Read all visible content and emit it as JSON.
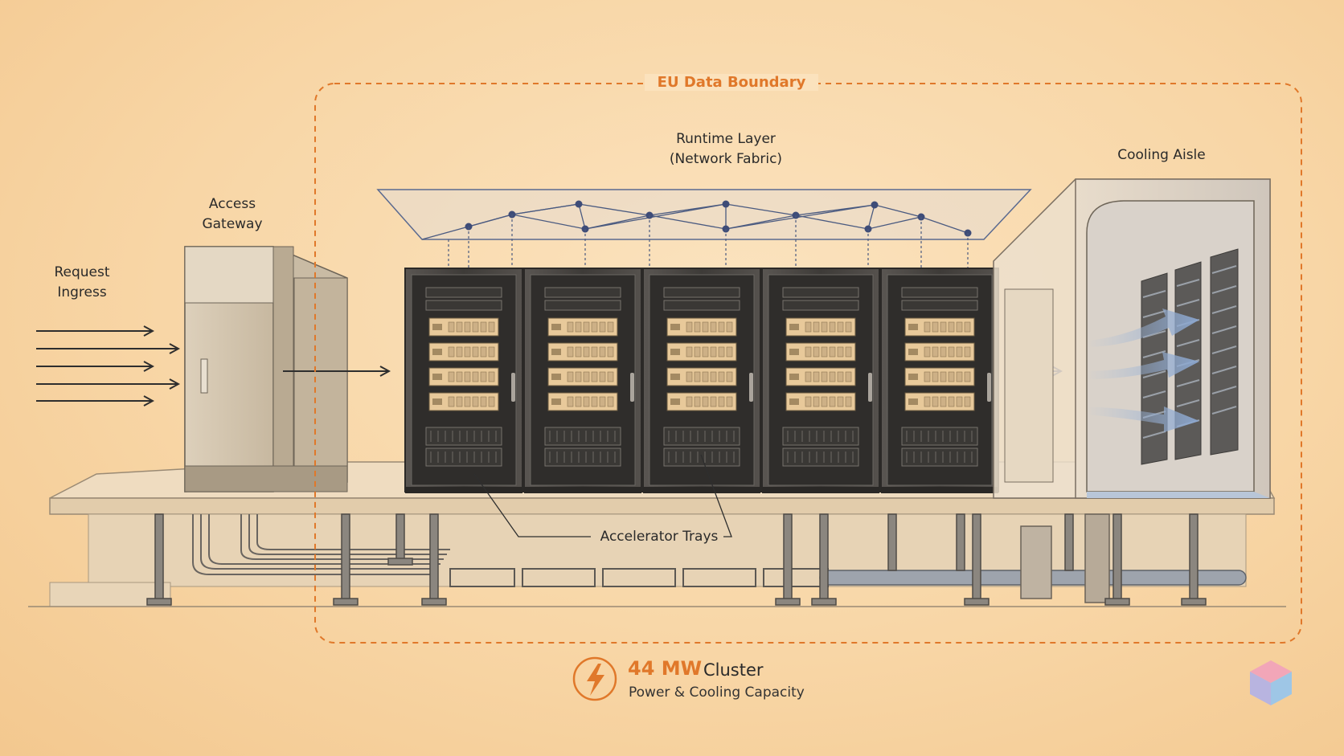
{
  "boundary": {
    "label": "EU Data Boundary"
  },
  "labels": {
    "request_ingress": [
      "Request",
      "Ingress"
    ],
    "access_gateway": [
      "Access",
      "Gateway"
    ],
    "runtime_layer": [
      "Runtime Layer",
      "(Network Fabric)"
    ],
    "cooling_aisle": "Cooling Aisle",
    "accelerator_trays": "Accelerator Trays"
  },
  "capacity": {
    "value": "44 MW",
    "unit": "Cluster",
    "subtitle": "Power & Cooling Capacity"
  },
  "colors": {
    "accent": "#e0782a",
    "rack_frame": "#4a4744",
    "tray": "#e8c99a",
    "fabric": "#4a5a80"
  },
  "racks": {
    "count": 5,
    "trays_per_rack": 4
  },
  "icons": [
    "lightning-bolt-icon",
    "cube-logo-icon"
  ]
}
